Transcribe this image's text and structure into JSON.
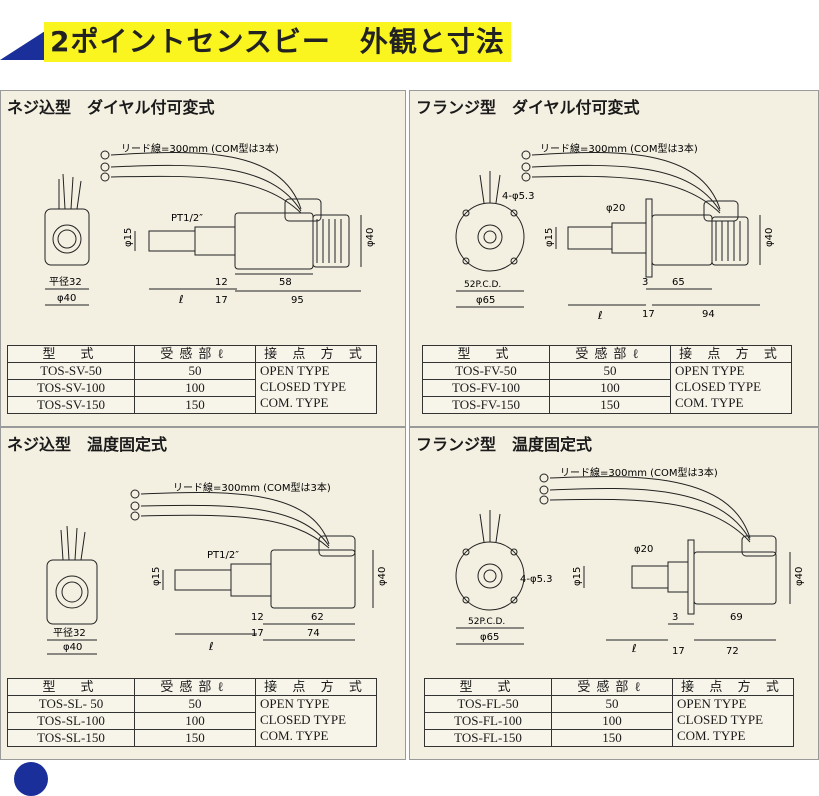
{
  "page": {
    "title": "2ポイントセンスビー　外観と寸法"
  },
  "colors": {
    "title_bg": "#fbf51f",
    "accent": "#1a2f9a",
    "panel_bg": "#f3efe1"
  },
  "panels": [
    {
      "title": "ネジ込型　ダイヤル付可変式",
      "drawing": {
        "lead": "リード線=300mm (COM型は3本)",
        "thread": "PT1/2″",
        "d_pipe": "φ15",
        "d_body": "φ40",
        "hex": "平径32",
        "d_base": "φ40",
        "l": "ℓ",
        "a": "12",
        "b": "17",
        "c": "58",
        "d": "95"
      },
      "table": {
        "h_model": "型　式",
        "h_len": "受感部ℓ",
        "h_type": "接 点 方 式",
        "rows": [
          {
            "model": "TOS-SV-50",
            "len": "50"
          },
          {
            "model": "TOS-SV-100",
            "len": "100"
          },
          {
            "model": "TOS-SV-150",
            "len": "150"
          }
        ],
        "types": [
          "OPEN TYPE",
          "CLOSED TYPE",
          "COM. TYPE"
        ]
      }
    },
    {
      "title": "フランジ型　ダイヤル付可変式",
      "drawing": {
        "lead": "リード線=300mm (COM型は3本)",
        "holes": "4-φ5.3",
        "d_pipe": "φ15",
        "d_20": "φ20",
        "d_body": "φ40",
        "pcd": "52P.C.D.",
        "d_flange": "φ65",
        "l": "ℓ",
        "a": "3",
        "b": "17",
        "c": "65",
        "d": "94"
      },
      "table": {
        "h_model": "型　式",
        "h_len": "受感部ℓ",
        "h_type": "接 点 方 式",
        "rows": [
          {
            "model": "TOS-FV-50",
            "len": "50"
          },
          {
            "model": "TOS-FV-100",
            "len": "100"
          },
          {
            "model": "TOS-FV-150",
            "len": "150"
          }
        ],
        "types": [
          "OPEN TYPE",
          "CLOSED TYPE",
          "COM. TYPE"
        ]
      }
    },
    {
      "title": "ネジ込型　温度固定式",
      "drawing": {
        "lead": "リード線=300mm (COM型は3本)",
        "thread": "PT1/2″",
        "d_pipe": "φ15",
        "d_body": "φ40",
        "hex": "平径32",
        "d_base": "φ40",
        "l": "ℓ",
        "a": "12",
        "b": "17",
        "c": "62",
        "d": "74"
      },
      "table": {
        "h_model": "型　式",
        "h_len": "受感部ℓ",
        "h_type": "接 点 方 式",
        "rows": [
          {
            "model": "TOS-SL- 50",
            "len": "50"
          },
          {
            "model": "TOS-SL-100",
            "len": "100"
          },
          {
            "model": "TOS-SL-150",
            "len": "150"
          }
        ],
        "types": [
          "OPEN TYPE",
          "CLOSED TYPE",
          "COM. TYPE"
        ]
      }
    },
    {
      "title": "フランジ型　温度固定式",
      "drawing": {
        "lead": "リード線=300mm (COM型は3本)",
        "holes": "4-φ5.3",
        "d_pipe": "φ15",
        "d_20": "φ20",
        "d_body": "φ40",
        "pcd": "52P.C.D.",
        "d_flange": "φ65",
        "l": "ℓ",
        "a": "3",
        "b": "17",
        "c": "69",
        "d": "72"
      },
      "table": {
        "h_model": "型　式",
        "h_len": "受感部ℓ",
        "h_type": "接 点 方 式",
        "rows": [
          {
            "model": "TOS-FL-50",
            "len": "50"
          },
          {
            "model": "TOS-FL-100",
            "len": "100"
          },
          {
            "model": "TOS-FL-150",
            "len": "150"
          }
        ],
        "types": [
          "OPEN TYPE",
          "CLOSED TYPE",
          "COM. TYPE"
        ]
      }
    }
  ]
}
